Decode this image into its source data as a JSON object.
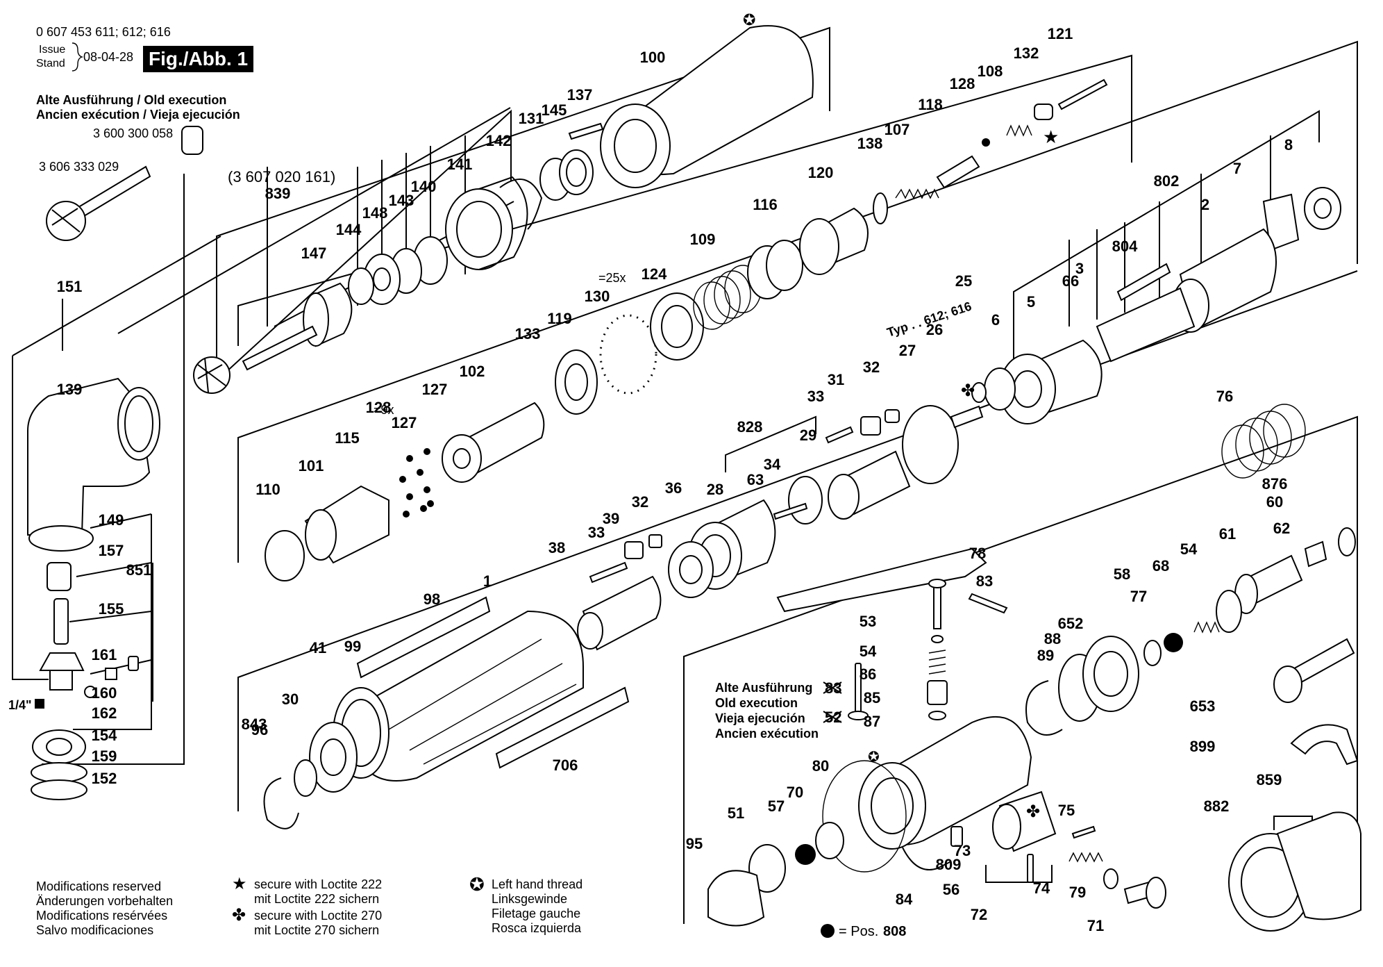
{
  "header": {
    "part_numbers": "0 607 453 611; 612; 616",
    "issue_label": "Issue",
    "stand_label": "Stand",
    "date": "08-04-28",
    "figure": "Fig./Abb. 1",
    "old_exec_line1": "Alte Ausführung / Old execution",
    "old_exec_line2": "Ancien exécution / Vieja ejecución",
    "ref_a": "3 600 300 058",
    "ref_b": "3 606 333 029",
    "ref_c": "(3 607 020 161)"
  },
  "labels": [
    "100",
    "137",
    "145",
    "131",
    "142",
    "141",
    "140",
    "143",
    "148",
    "144",
    "147",
    "839",
    "151",
    "139",
    "149",
    "157",
    "851",
    "155",
    "161",
    "160",
    "162",
    "154",
    "159",
    "152",
    "121",
    "132",
    "108",
    "128",
    "118",
    "107",
    "138",
    "120",
    "116",
    "109",
    "124",
    "130",
    "119",
    "133",
    "102",
    "127",
    "128",
    "127",
    "115",
    "101",
    "110",
    "802",
    "8",
    "7",
    "2",
    "804",
    "3",
    "66",
    "5",
    "6",
    "25",
    "26",
    "27",
    "32",
    "31",
    "33",
    "29",
    "828",
    "34",
    "63",
    "28",
    "36",
    "32",
    "39",
    "33",
    "38",
    "1",
    "98",
    "99",
    "41",
    "30",
    "843",
    "96",
    "706",
    "76",
    "876",
    "60",
    "62",
    "61",
    "54",
    "68",
    "58",
    "77",
    "78",
    "83",
    "53",
    "54",
    "86",
    "85",
    "87",
    "89",
    "88",
    "652",
    "653",
    "899",
    "859",
    "882",
    "80",
    "70",
    "57",
    "51",
    "95",
    "84",
    "56",
    "73",
    "809",
    "72",
    "75",
    "74",
    "79",
    "71"
  ],
  "annotations": {
    "qty_25": "=25x",
    "qty_9": "=9x",
    "typ": "Typ . . 612; 616",
    "quarter_inch": "1/4\"",
    "old_exec_block": [
      "Alte Ausführung",
      "Old execution",
      "Vieja ejecución",
      "Ancien exécution"
    ],
    "old_exec_nums": [
      "83",
      "52"
    ]
  },
  "legend": {
    "modifications": [
      "Modifications reserved",
      "Änderungen vorbehalten",
      "Modifications resérvées",
      "Salvo modificaciones"
    ],
    "loctite222": [
      "secure with Loctite 222",
      "mit Loctite 222 sichern"
    ],
    "loctite270": [
      "secure with Loctite 270",
      "mit Loctite 270 sichern"
    ],
    "left_thread": [
      "Left hand thread",
      "Linksgewinde",
      "Filetage gauche",
      "Rosca izquierda"
    ],
    "pos808_prefix": "= Pos.",
    "pos808_value": "808"
  },
  "symbols": {
    "star": "★",
    "club": "✤",
    "circled_star": "✪",
    "dot": "●"
  }
}
